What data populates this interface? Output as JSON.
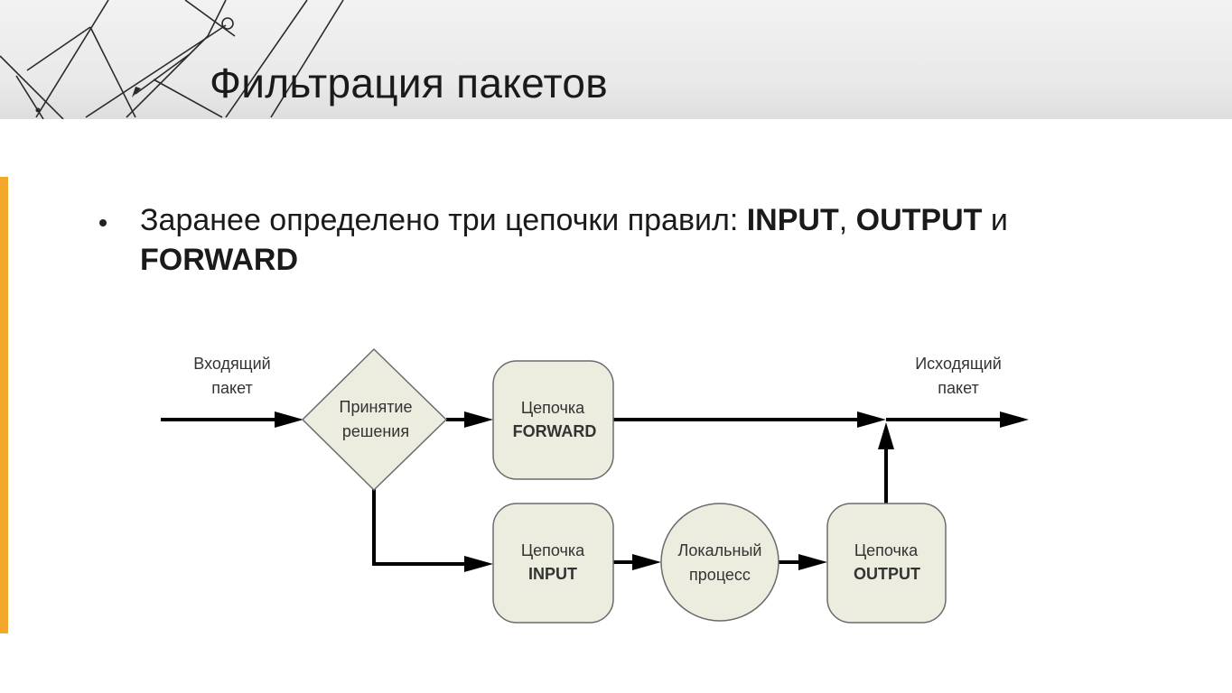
{
  "slide": {
    "title": "Фильтрация пакетов",
    "bullet": {
      "prefix": "Заранее определено три цепочки правил: ",
      "chain1": "INPUT",
      "sep": ", ",
      "chain2": "OUTPUT",
      "conj": " и ",
      "chain3": "FORWARD"
    }
  },
  "diagram": {
    "incoming": {
      "line1": "Входящий",
      "line2": "пакет"
    },
    "decision": {
      "line1": "Принятие",
      "line2": "решения"
    },
    "forward_chain": {
      "line1": "Цепочка",
      "line2": "FORWARD"
    },
    "input_chain": {
      "line1": "Цепочка",
      "line2": "INPUT"
    },
    "local_process": {
      "line1": "Локальный",
      "line2": "процесс"
    },
    "output_chain": {
      "line1": "Цепочка",
      "line2": "OUTPUT"
    },
    "outgoing": {
      "line1": "Исходящий",
      "line2": "пакет"
    }
  },
  "colors": {
    "accent": "#f0a72a",
    "node_fill": "#ecedde",
    "node_stroke": "#6b6b6b",
    "arrow": "#000000"
  }
}
